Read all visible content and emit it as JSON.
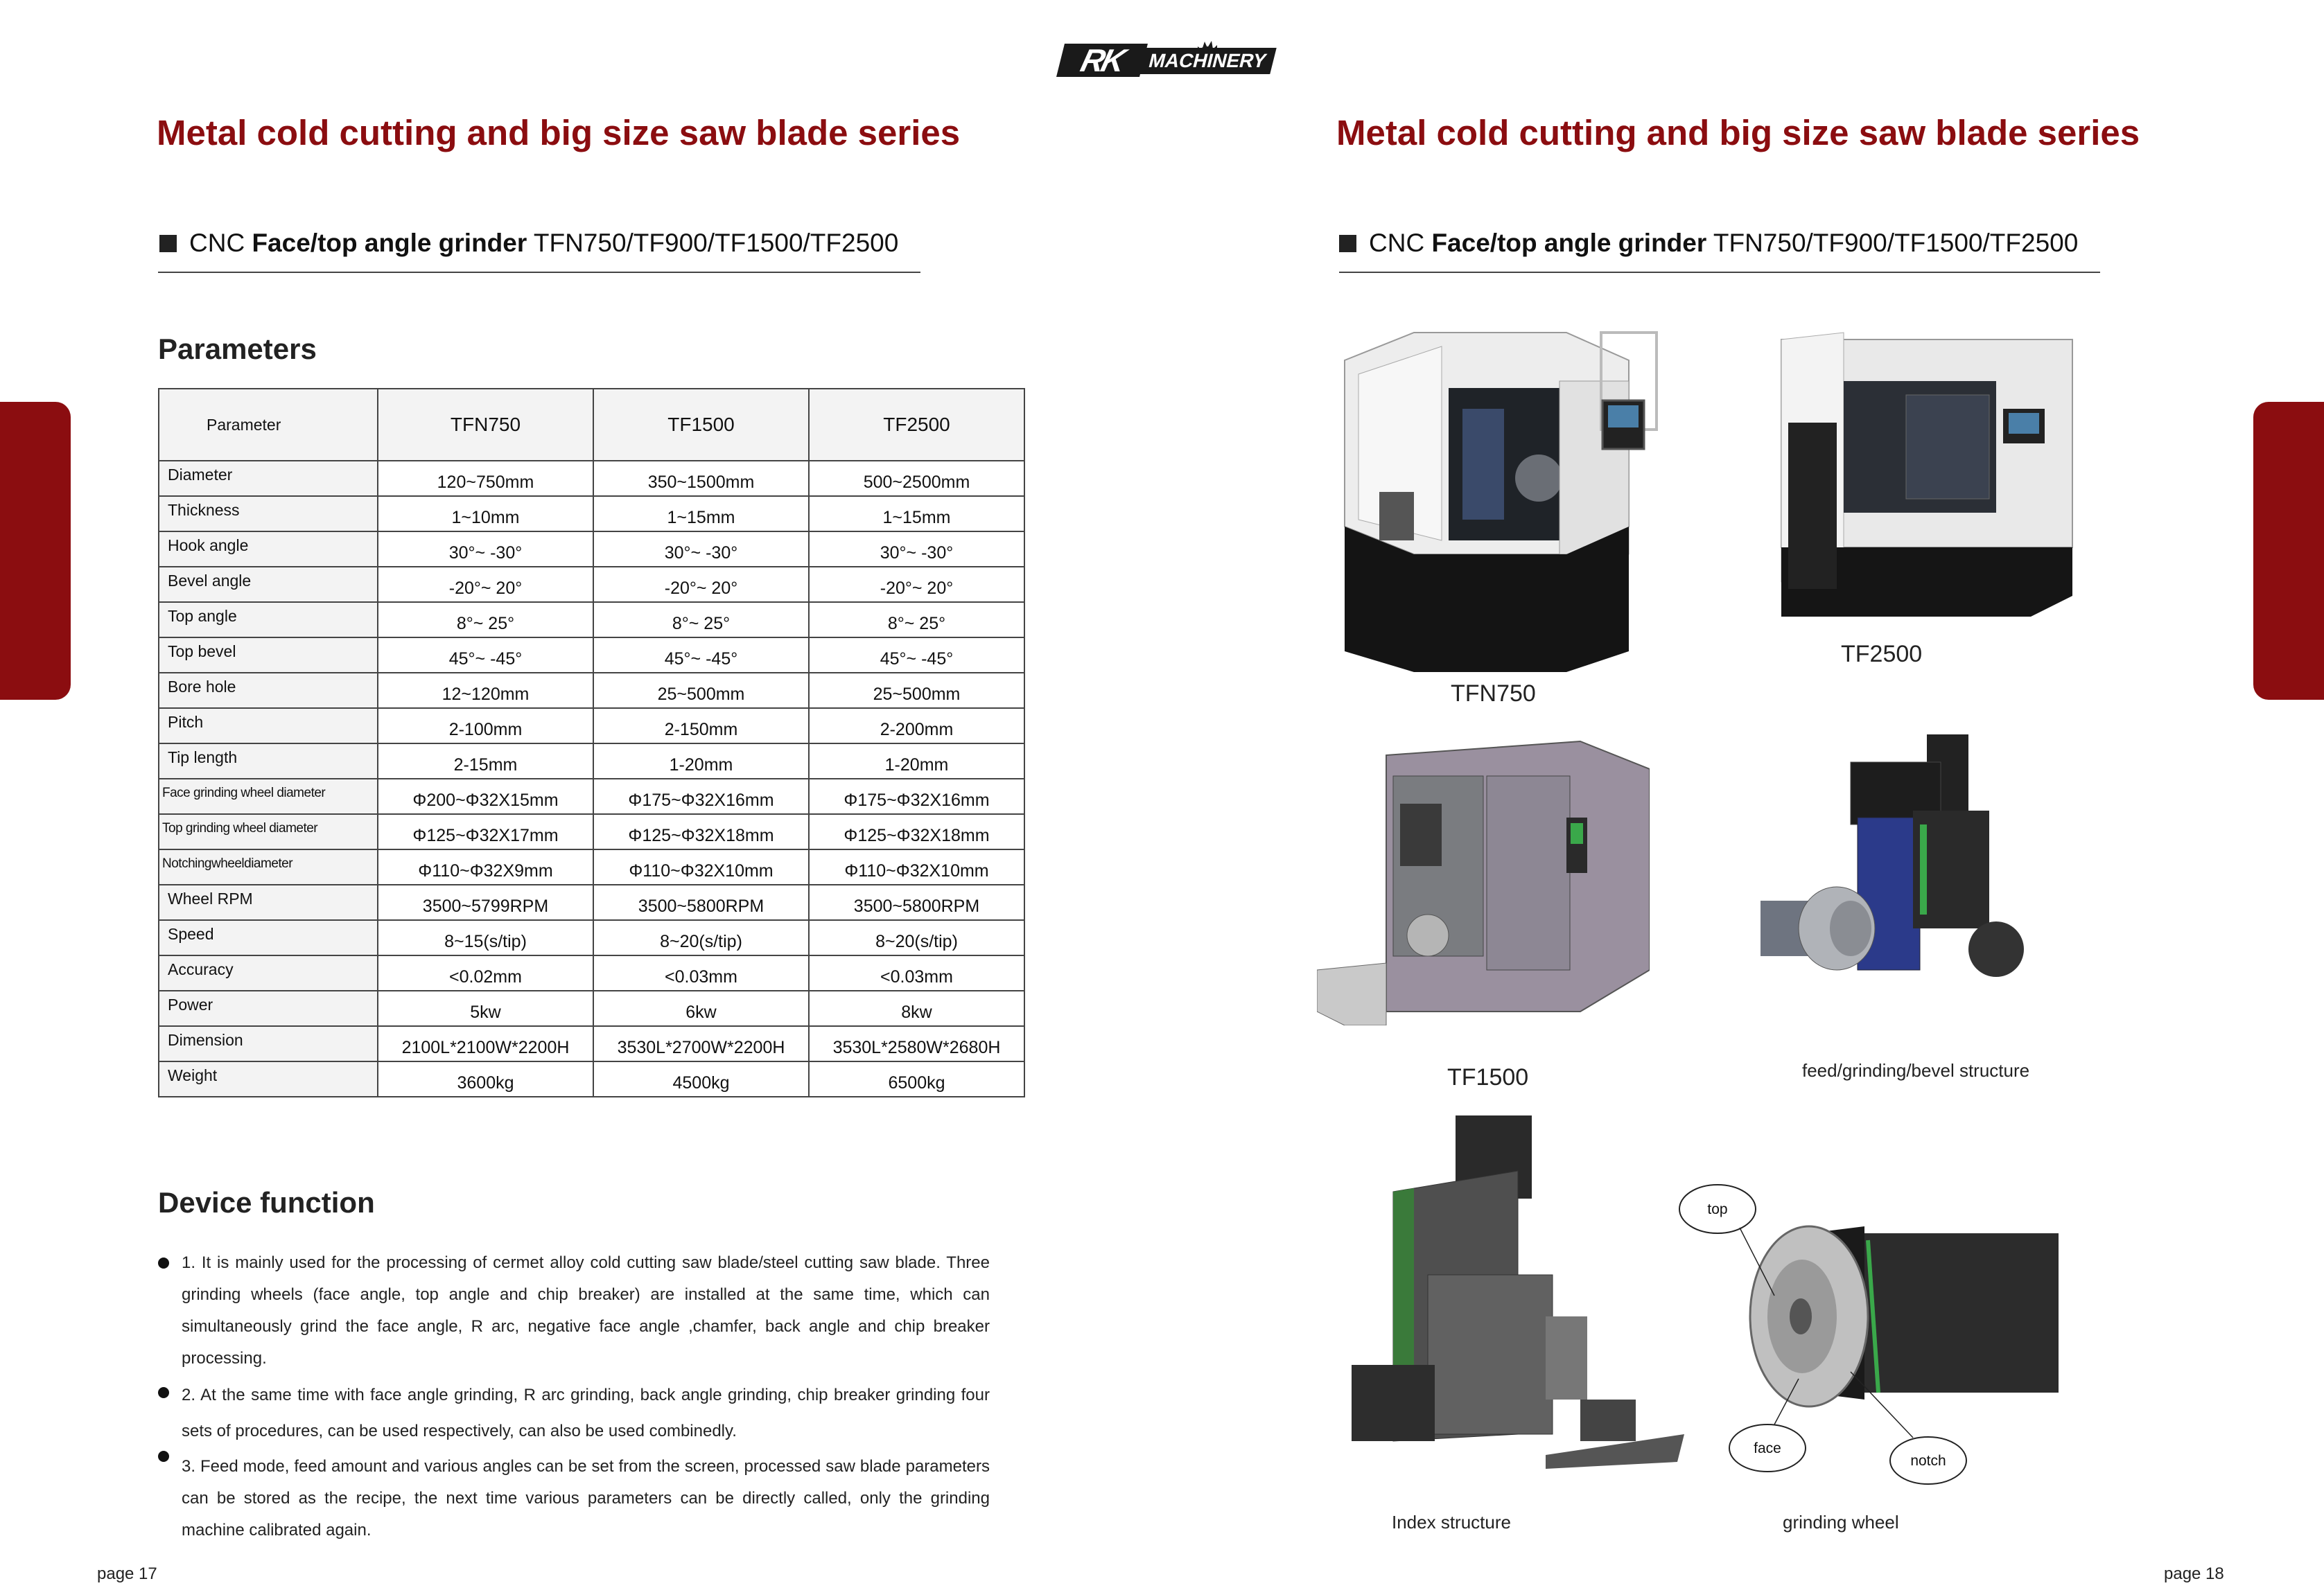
{
  "brand": {
    "rk": "RK",
    "word": "MACHINERY"
  },
  "left": {
    "title": "Metal cold cutting and big size saw blade series",
    "subhead": {
      "prefix": "CNC ",
      "bold": "Face/top angle grinder",
      "models": " TFN750/TF900/TF1500/TF2500"
    },
    "parameters_title": "Parameters",
    "table": {
      "headers": [
        "Parameter",
        "TFN750",
        "TF1500",
        "TF2500"
      ],
      "rows": [
        [
          "Diameter",
          "120~750mm",
          "350~1500mm",
          "500~2500mm"
        ],
        [
          "Thickness",
          "1~10mm",
          "1~15mm",
          "1~15mm"
        ],
        [
          "Hook angle",
          "30°~ -30°",
          "30°~ -30°",
          "30°~ -30°"
        ],
        [
          "Bevel angle",
          "-20°~ 20°",
          "-20°~ 20°",
          "-20°~ 20°"
        ],
        [
          "Top angle",
          "8°~ 25°",
          "8°~ 25°",
          "8°~ 25°"
        ],
        [
          "Top bevel",
          "45°~ -45°",
          "45°~ -45°",
          "45°~ -45°"
        ],
        [
          "Bore hole",
          "12~120mm",
          "25~500mm",
          "25~500mm"
        ],
        [
          "Pitch",
          "2-100mm",
          "2-150mm",
          "2-200mm"
        ],
        [
          "Tip length",
          "2-15mm",
          "1-20mm",
          "1-20mm"
        ],
        [
          "Face grinding wheel diameter",
          "Φ200~Φ32X15mm",
          "Φ175~Φ32X16mm",
          "Φ175~Φ32X16mm"
        ],
        [
          "Top grinding wheel diameter",
          "Φ125~Φ32X17mm",
          "Φ125~Φ32X18mm",
          "Φ125~Φ32X18mm"
        ],
        [
          "Notchingwheeldiameter",
          "Φ110~Φ32X9mm",
          "Φ110~Φ32X10mm",
          "Φ110~Φ32X10mm"
        ],
        [
          "Wheel RPM",
          "3500~5799RPM",
          "3500~5800RPM",
          "3500~5800RPM"
        ],
        [
          "Speed",
          "8~15(s/tip)",
          "8~20(s/tip)",
          "8~20(s/tip)"
        ],
        [
          "Accuracy",
          "<0.02mm",
          "<0.03mm",
          "<0.03mm"
        ],
        [
          "Power",
          "5kw",
          "6kw",
          "8kw"
        ],
        [
          "Dimension",
          "2100L*2100W*2200H",
          "3530L*2700W*2200H",
          "3530L*2580W*2680H"
        ],
        [
          "Weight",
          "3600kg",
          "4500kg",
          "6500kg"
        ]
      ]
    },
    "device_function_title": "Device function",
    "functions": [
      "1. It is mainly used for the processing of cermet alloy cold cutting saw blade/steel cutting saw blade. Three grinding wheels (face angle, top angle and chip breaker) are installed at the same time, which can simultaneously grind the face angle, R arc, negative face angle ,chamfer, back angle and chip breaker processing.",
      "2. At the same time with face angle grinding, R arc grinding, back angle grinding, chip breaker grinding four sets of procedures, can be used respectively, can also be used combinedly.",
      "3. Feed mode, feed amount and various angles can be set from the screen, processed saw blade parameters can be stored as the recipe, the next time various parameters can be directly called, only the grinding machine calibrated again."
    ],
    "page": "page 17"
  },
  "right": {
    "title": "Metal cold cutting and big size saw blade series",
    "subhead": {
      "prefix": "CNC ",
      "bold": "Face/top angle grinder",
      "models": " TFN750/TF900/TF1500/TF2500"
    },
    "captions": {
      "tfn750": "TFN750",
      "tf2500": "TF2500",
      "tf1500": "TF1500",
      "feed": "feed/grinding/bevel structure",
      "index": "Index structure",
      "wheel": "grinding wheel"
    },
    "wheel_labels": {
      "top": "top",
      "face": "face",
      "notch": "notch"
    },
    "page": "page 18"
  },
  "colors": {
    "brand_red": "#8b0d10",
    "ink": "#222222"
  }
}
